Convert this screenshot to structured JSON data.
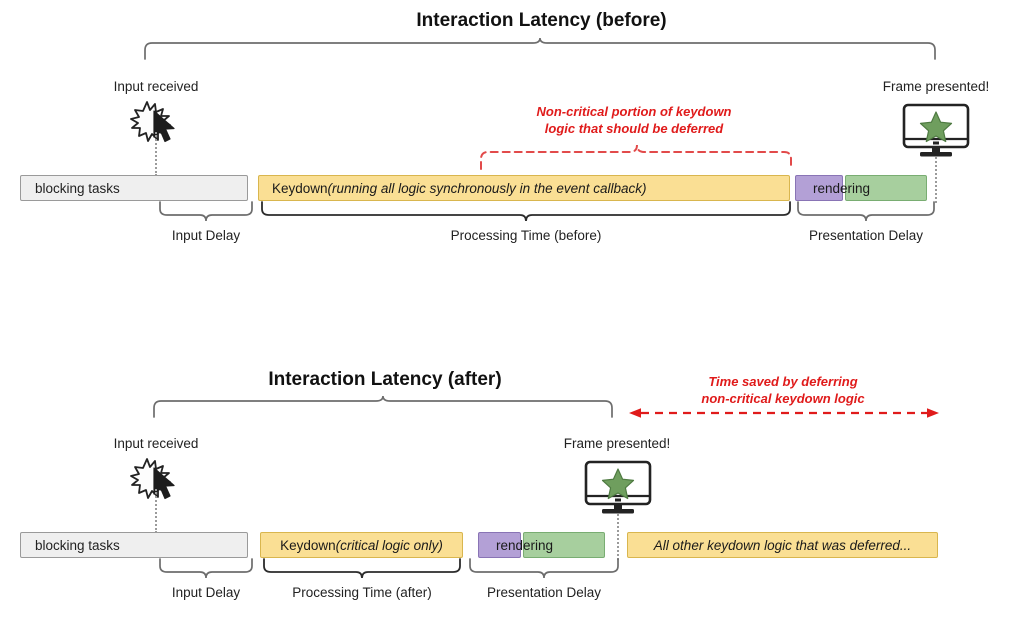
{
  "diagram": {
    "caption": "Interaction latency breakdown before and after deferring non-critical keydown logic",
    "colors": {
      "keydown": "#fadf94",
      "keydown_border": "#d9b64e",
      "blocking": "#efefef",
      "blocking_border": "#9a9a9a",
      "rendering_purple": "#b3a0d6",
      "rendering_purple_border": "#8974b5",
      "rendering_green": "#a7cf9e",
      "rendering_green_border": "#79ad72",
      "annotation_red": "#e01b1b",
      "brace_gray": "#6d6d6d",
      "brace_dark": "#2b2b2b",
      "star_green": "#6f9e5e",
      "dotted_gray": "#9b9b9b"
    }
  },
  "before": {
    "title": "Interaction Latency (before)",
    "input_event_label": "Input received",
    "frame_event_label": "Frame presented!",
    "annotation": {
      "line1": "Non-critical portion of keydown",
      "line2": "logic that should be deferred"
    },
    "bars": {
      "blocking": "blocking tasks",
      "keydown_prefix": "Keydown ",
      "keydown_italic": "(running all logic synchronously in the event callback)",
      "rendering": "rendering"
    },
    "phases": {
      "input_delay": "Input Delay",
      "processing_time": "Processing Time (before)",
      "presentation_delay": "Presentation Delay"
    }
  },
  "after": {
    "title": "Interaction Latency (after)",
    "input_event_label": "Input received",
    "frame_event_label": "Frame presented!",
    "annotation": {
      "line1": "Time saved by deferring",
      "line2": "non-critical keydown logic"
    },
    "bars": {
      "blocking": "blocking tasks",
      "keydown_prefix": "Keydown ",
      "keydown_italic": "(critical logic only)",
      "rendering": "rendering",
      "deferred": "All other keydown logic that was deferred..."
    },
    "phases": {
      "input_delay": "Input Delay",
      "processing_time": "Processing Time (after)",
      "presentation_delay": "Presentation Delay"
    }
  }
}
